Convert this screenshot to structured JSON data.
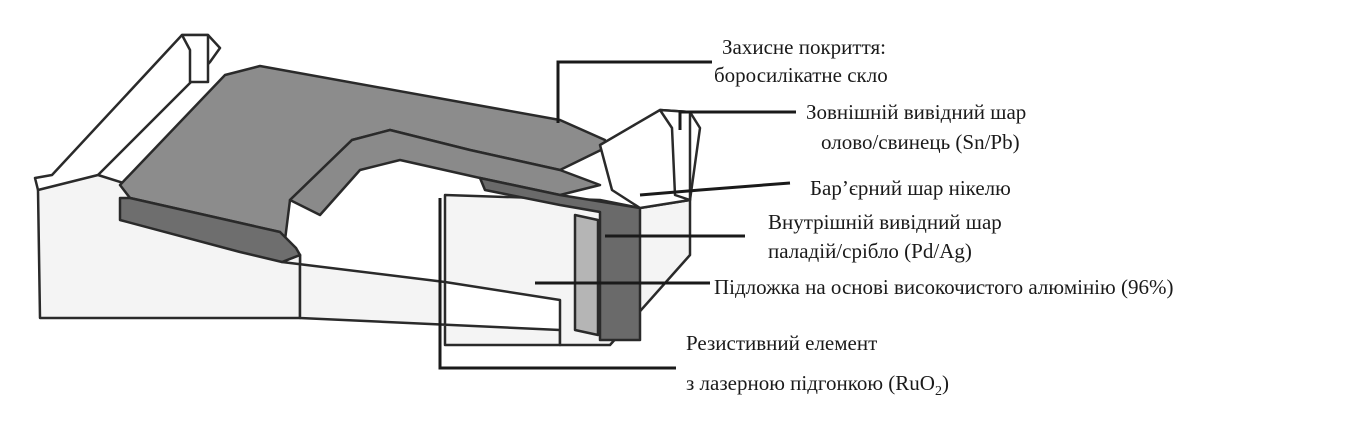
{
  "labels": {
    "coating_line1": "Захисне покриття:",
    "coating_line2": "боросилікатне скло",
    "outer_line1": "Зовнішній вивідний шар",
    "outer_line2": "олово/свинець (Sn/Pb)",
    "barrier": "Бар’єрний шар нікелю",
    "inner_line1": "Внутрішній вивідний шар",
    "inner_line2": "паладій/срібло (Pd/Ag)",
    "substrate": "Підложка на основі високочистого алюмінію (96%)",
    "resistive_line1": "Резистивний елемент",
    "resistive_line2_prefix": "з лазерною підгонкою (RuO",
    "resistive_line2_sub": "2",
    "resistive_line2_suffix": ")"
  },
  "colors": {
    "background": "#ffffff",
    "outline": "#2a2a2a",
    "glass": "#8c8c8c",
    "glass_side": "#6e6e6e",
    "nickel": "#6a6a6a",
    "pdag": "#b5b5b5",
    "substrate": "#f4f4f4",
    "text": "#1a1a1a"
  }
}
